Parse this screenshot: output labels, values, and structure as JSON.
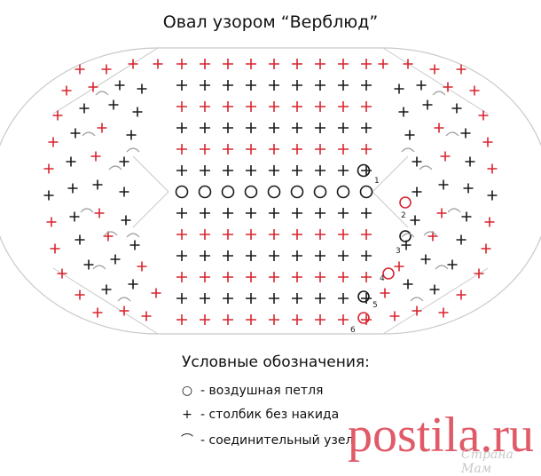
{
  "title": "Овал узором “Верблюд”",
  "colors": {
    "black": "#1a1a1a",
    "red": "#d9252f",
    "outline": "#c9c9c9",
    "brand": "#e05a68"
  },
  "diagram": {
    "chain_labels": [
      "1",
      "2",
      "3",
      "4",
      "5",
      "6"
    ]
  },
  "legend": {
    "title": "Условные обозначения:",
    "items": [
      {
        "symbol": "○",
        "icon": "circle-icon",
        "label": "- воздушная петля"
      },
      {
        "symbol": "+",
        "icon": "plus-icon",
        "label": "- столбик без накида"
      },
      {
        "symbol": "⌒",
        "icon": "arc-icon",
        "label": "- соединительный узел"
      }
    ]
  },
  "brand": "postila.ru",
  "watermark": "Страна Мам"
}
